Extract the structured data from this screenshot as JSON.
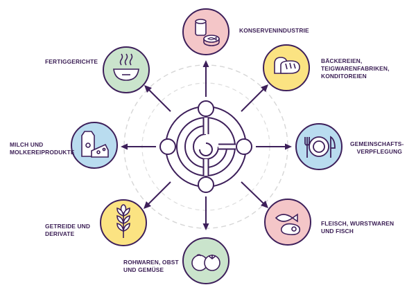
{
  "colors": {
    "stroke": "#3d1f5a",
    "pink": "#f4c6c8",
    "yellow": "#fbe382",
    "blue": "#b9dcef",
    "green": "#cae4cc",
    "purple": "#dacff0",
    "dashed_ring": "#cfcfcf"
  },
  "sectors": [
    {
      "id": "konserven",
      "label": "KONSERVENINDUSTRIE",
      "icon": "canned-food-icon",
      "color": "pink"
    },
    {
      "id": "baecker",
      "label": "BÄCKEREIEN,\nTEIGWARENFABRIKEN,\nKONDITOREIEN",
      "icon": "bread-icon",
      "color": "yellow"
    },
    {
      "id": "gemeinschaft",
      "label": "GEMEINSCHAFTS-\nVERPFLEGUNG",
      "icon": "plate-cutlery-icon",
      "color": "blue"
    },
    {
      "id": "fleisch",
      "label": "FLEISCH, WURSTWAREN\nUND FISCH",
      "icon": "fish-meat-icon",
      "color": "pink"
    },
    {
      "id": "rohwaren",
      "label": "ROHWAREN, OBST\nUND GEMÜSE",
      "icon": "tomato-icon",
      "color": "green"
    },
    {
      "id": "getreide",
      "label": "GETREIDE UND\nDERIVATE",
      "icon": "wheat-icon",
      "color": "yellow"
    },
    {
      "id": "milch",
      "label": "MILCH UND\nMOLKEREIPRODUKTE",
      "icon": "milk-cheese-icon",
      "color": "blue"
    },
    {
      "id": "fertig",
      "label": "FERTIGGERICHTE",
      "icon": "soup-bowl-icon",
      "color": "green"
    }
  ]
}
